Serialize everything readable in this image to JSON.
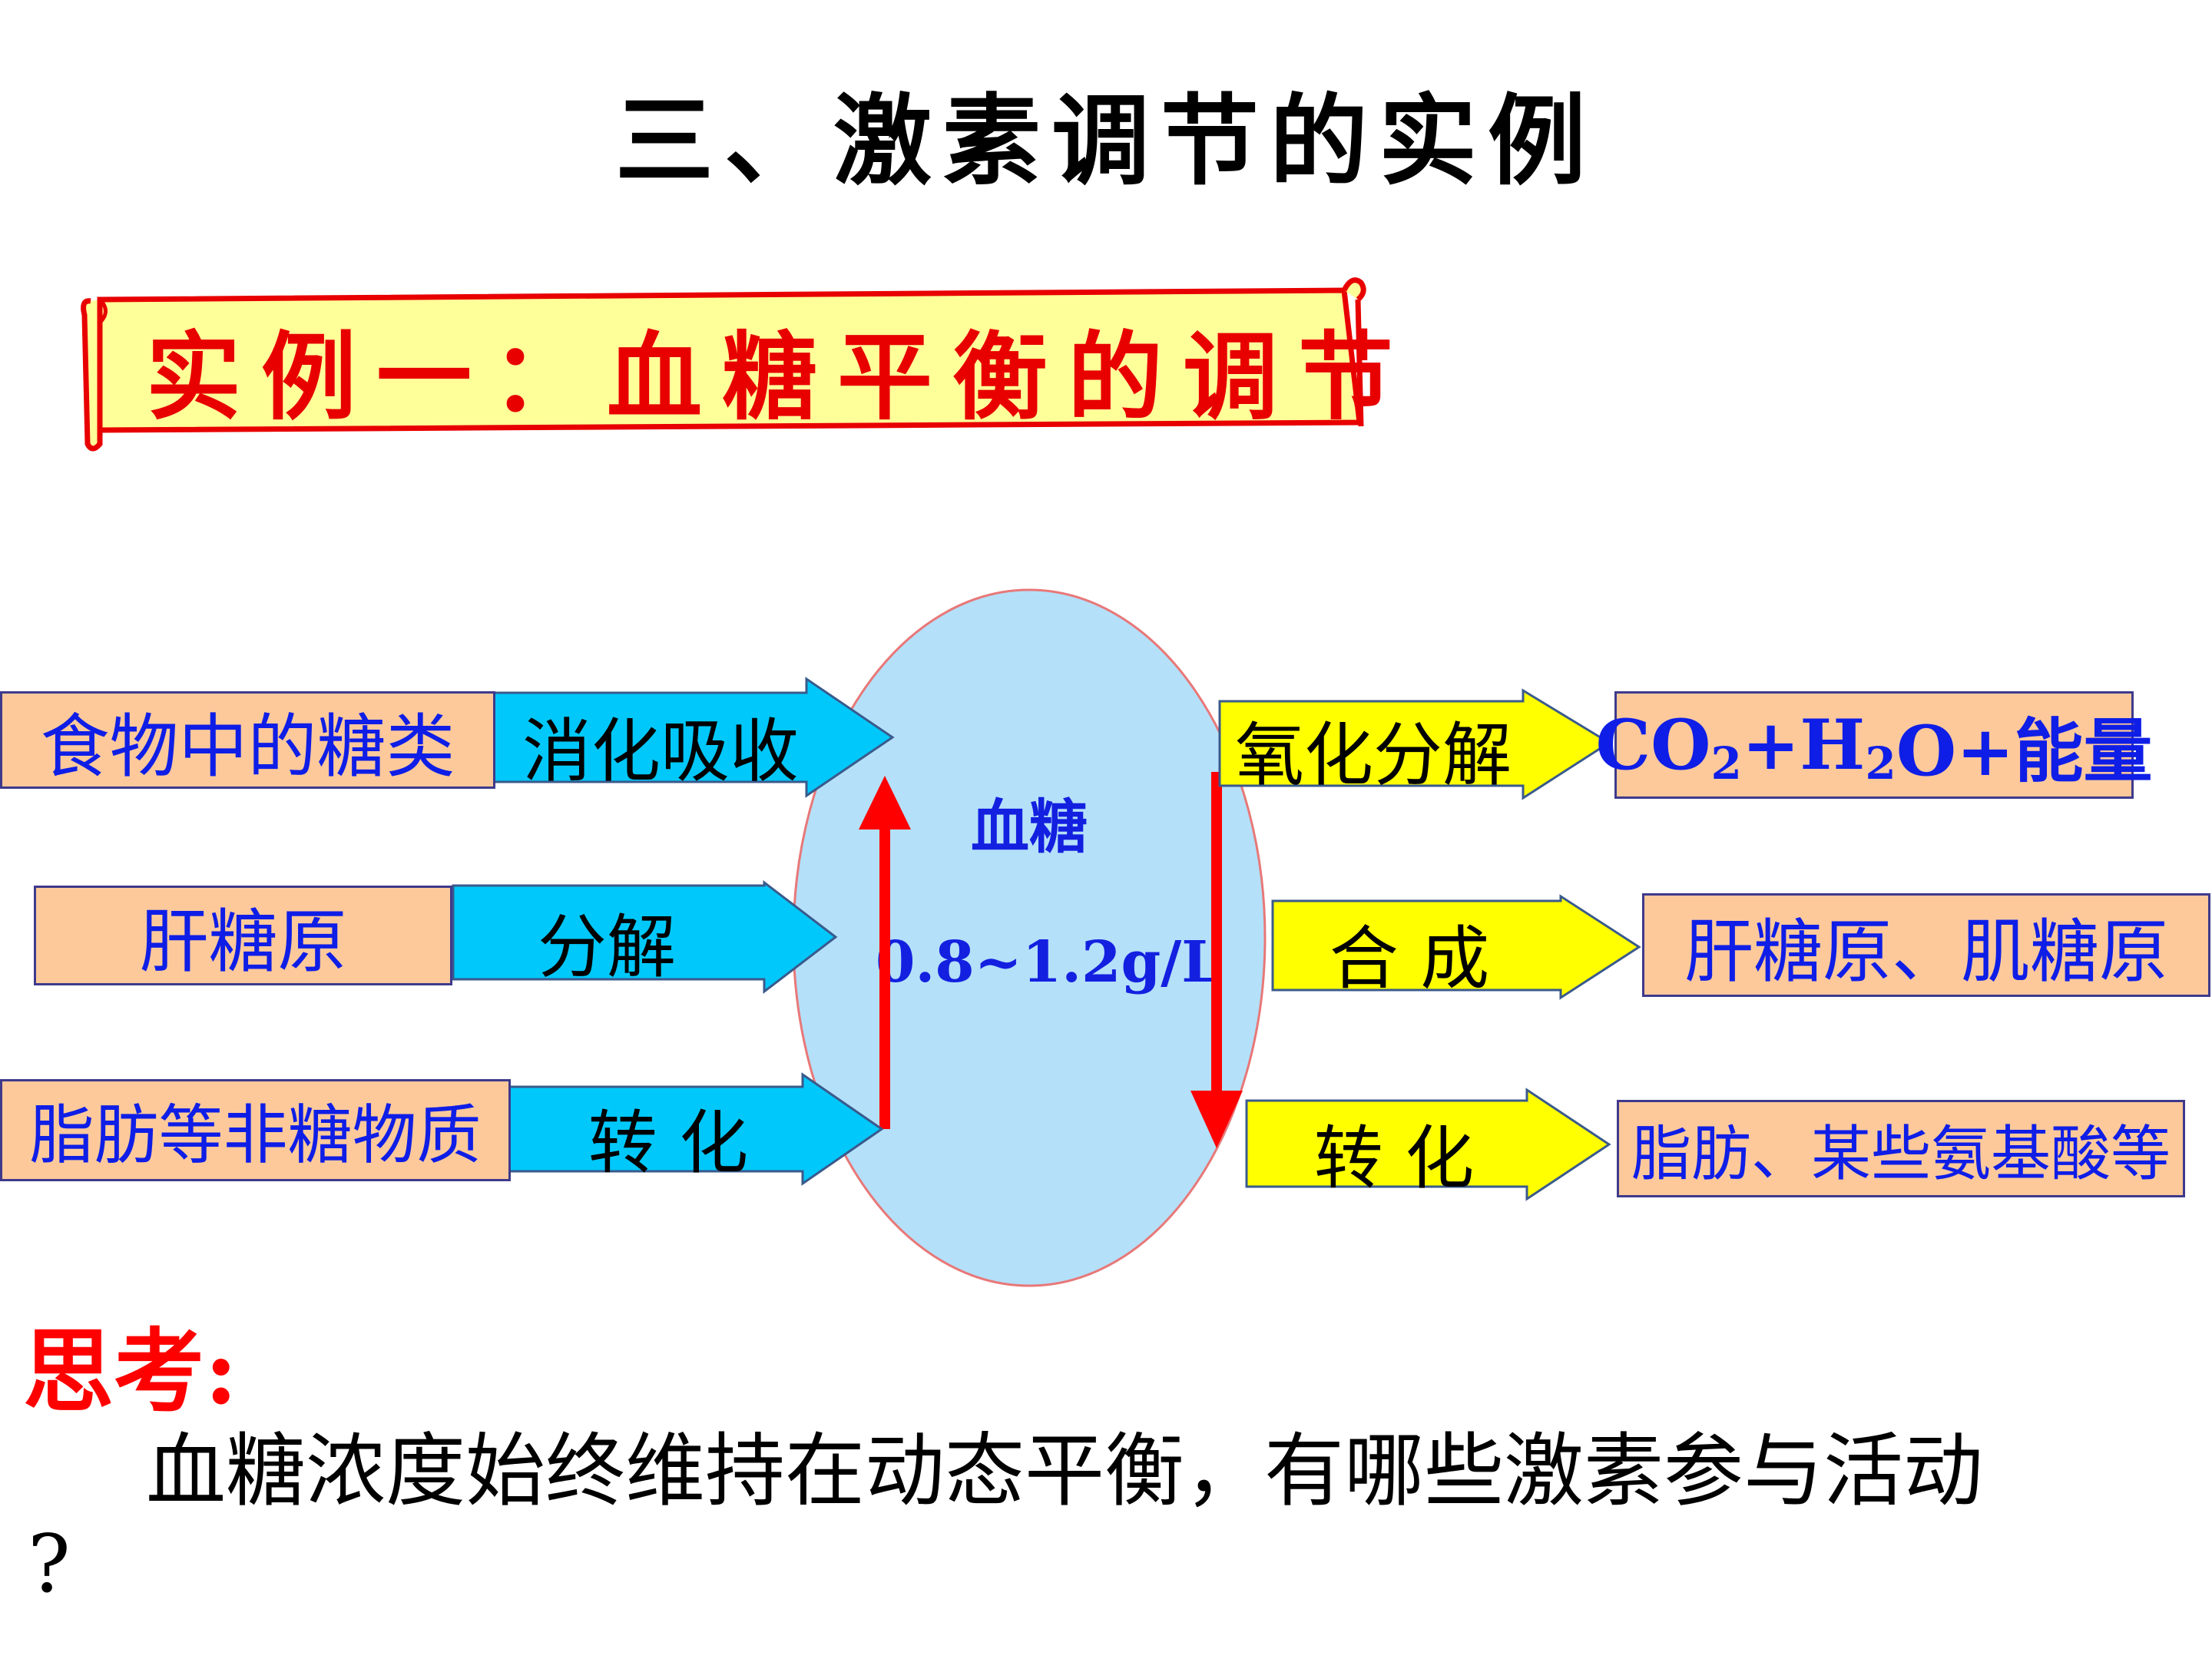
{
  "title": "三、激素调节的实例",
  "example_title": "实例一：血糖平衡的调节",
  "center": {
    "label": "血糖",
    "range": "0.8~1.2g/L"
  },
  "sources": [
    {
      "label": "食物中的糖类",
      "process": "消化吸收"
    },
    {
      "label": "肝糖原",
      "process": "分解"
    },
    {
      "label": "脂肪等非糖物质",
      "process": "转 化"
    }
  ],
  "destinations": [
    {
      "process": "氧化分解",
      "label_parts": [
        "CO",
        "2",
        "+H",
        "2",
        "O+能量"
      ]
    },
    {
      "process": "合 成",
      "label": "肝糖原、肌糖原"
    },
    {
      "process": "转 化",
      "label": "脂肪、某些氨基酸等"
    }
  ],
  "think": {
    "title": "思考:",
    "question": "血糖浓度始终维持在动态平衡，有哪些激素参与活动",
    "question_mark": "?"
  },
  "colors": {
    "source_arrow": "#00c8fa",
    "dest_arrow": "#ffff00",
    "box_fill": "#fdc99b",
    "ellipse_fill": "#b4e0fa",
    "title_red": "#e80000",
    "blue_text": "#0f1ee6",
    "vertical_arrow": "#ff0000"
  }
}
